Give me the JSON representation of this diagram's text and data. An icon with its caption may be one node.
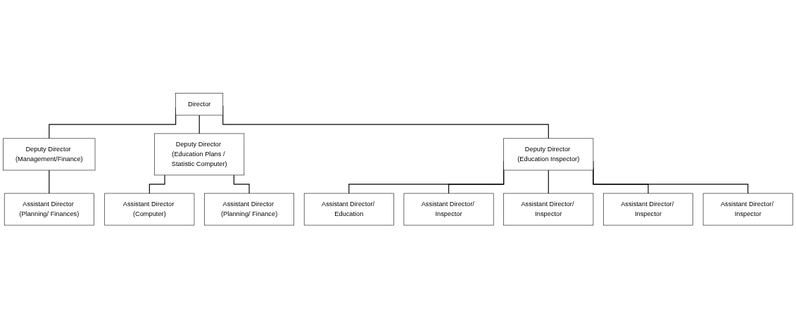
{
  "diagram": {
    "nodes": [
      {
        "text": [
          "Director"
        ]
      },
      {
        "text": [
          "Deputy Director (Management/Finance)"
        ]
      },
      {
        "text": [
          "Deputy Director (Education Plans / Statistic Computer)"
        ]
      },
      {
        "text": [
          "Deputy Director (Education Inspector)"
        ]
      },
      {
        "text": [
          "Assistant Director (Planning/ Finances)"
        ]
      },
      {
        "text": [
          "Assistant Director (Computer)"
        ]
      },
      {
        "text": [
          "Assistant Director (Planning/ Finance)"
        ]
      },
      {
        "text": [
          "Assistant Director/ Education"
        ]
      },
      {
        "text": [
          "Assistant Director/ Inspector"
        ]
      },
      {
        "text": [
          "Assistant Director/ Inspector"
        ]
      },
      {
        "text": [
          "Assistant Director/ Inspector"
        ]
      },
      {
        "text": [
          "Assistant Director/ Inspector"
        ]
      }
    ],
    "edges": [
      {
        "from": 0,
        "to": 1,
        "arrow": "none"
      },
      {
        "from": 0,
        "to": 2,
        "arrow": "none"
      },
      {
        "from": 0,
        "to": 3,
        "arrow": "none"
      },
      {
        "from": 1,
        "to": 4,
        "arrow": "none"
      },
      {
        "from": 2,
        "to": 5,
        "arrow": "none"
      },
      {
        "from": 2,
        "to": 6,
        "arrow": "none"
      },
      {
        "from": 3,
        "to": 7,
        "arrow": "none"
      },
      {
        "from": 3,
        "to": 8,
        "arrow": "none"
      },
      {
        "from": 3,
        "to": 9,
        "arrow": "none"
      },
      {
        "from": 3,
        "to": 10,
        "arrow": "none"
      },
      {
        "from": 3,
        "to": 11,
        "arrow": "none"
      }
    ]
  }
}
